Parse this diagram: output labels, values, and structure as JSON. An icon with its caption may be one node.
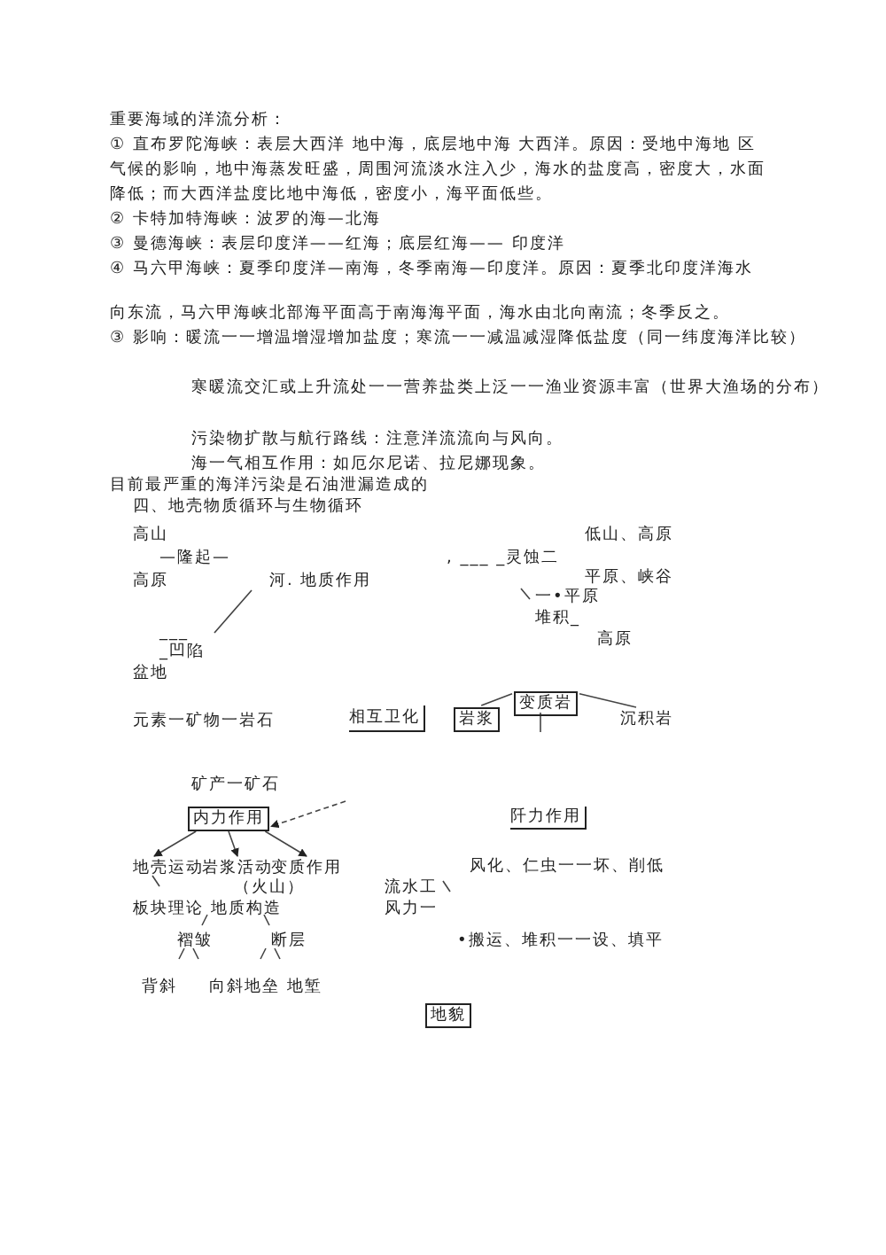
{
  "diagram": {
    "nodes": [
      {
        "text": [
          "变质岩"
        ]
      },
      {
        "text": [
          "岩浆"
        ]
      },
      {
        "text": [
          "沉积岩"
        ]
      },
      {
        "text": [
          "内力作用"
        ]
      },
      {
        "text": [
          "地壳运动"
        ]
      },
      {
        "text": [
          "岩浆活动"
        ]
      },
      {
        "text": [
          "变质作用"
        ]
      },
      {
        "text": [
          "阡力作用"
        ]
      },
      {
        "text": [
          "地貌"
        ]
      }
    ],
    "edges": [
      {
        "from": 0,
        "to": 1,
        "arrow": "none"
      },
      {
        "from": 0,
        "to": 2,
        "arrow": "none"
      },
      {
        "from": 3,
        "to": 4,
        "arrow": "to"
      },
      {
        "from": 3,
        "to": 5,
        "arrow": "to"
      },
      {
        "from": 3,
        "to": 6,
        "arrow": "to"
      },
      {
        "from": null,
        "to": 3,
        "arrow": "to",
        "style": "dashed"
      }
    ],
    "labels": [
      "重要海域的洋流分析：",
      "① 直布罗陀海峡：表层大西洋 地中海，底层地中海 大西洋。原因：受地中海地 区气候的影响，地中海蒸发旺盛，周围河流淡水注入少，海水的盐度高，密度大，水面降低；而大西洋盐度比地中海低，密度小，海平面低些。",
      "② 卡特加特海峡：波罗的海—北海",
      "③ 曼德海峡：表层印度洋——红海；底层红海—— 印度洋",
      "④ 马六甲海峡：夏季印度洋—南海，冬季南海—印度洋。原因：夏季北印度洋海水",
      "向东流，马六甲海峡北部海平面高于南海海平面，海水由北向南流；冬季反之。",
      "③ 影响：暖流一一增温增湿增加盐度；寒流一一减温减湿降低盐度（同一纬度海洋比较）",
      "寒暖流交汇或上升流处一一营养盐类上泛一一渔业资源丰富（世界大渔场的分布）",
      "污染物扩散与航行路线：注意洋流流向与风向。",
      "海一气相互作用：如厄尔尼诺、拉尼娜现象。",
      "目前最严重的海洋污染是石油泄漏造成的",
      "四、地壳物质循环与生物循环",
      "高山",
      "—隆起—",
      "高原",
      "河. 地质作用",
      "___",
      "_凹陷",
      "盆地",
      "低山、高原",
      ", ___ _灵蚀二",
      "平原、峡谷",
      "一•平原",
      "堆积_",
      "高原",
      "元素一矿物一岩石",
      "相互卫化",
      "矿产一矿石",
      "（火山）",
      "板块理论 地质构造",
      "褶皱",
      "断层",
      "背斜",
      "向斜地垒 地堑",
      "风化、仁虫一一坏、削低",
      "流水工",
      "风力一",
      "•搬运、堆积一一设、填平"
    ]
  }
}
